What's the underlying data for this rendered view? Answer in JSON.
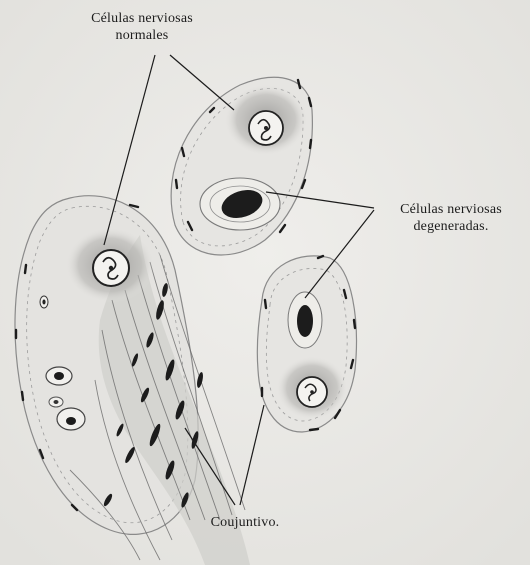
{
  "labels": {
    "normal_cells": [
      "Células nerviosas",
      "normales"
    ],
    "degenerated_cells": [
      "Células nerviosas",
      "degeneradas."
    ],
    "connective": "Coujuntivo."
  },
  "colors": {
    "paper": "#e9e8e5",
    "ink": "#1c1c1c",
    "capsule_line": "#6e6e6e",
    "cytoplasm_shadow": "#a9a8a6"
  }
}
